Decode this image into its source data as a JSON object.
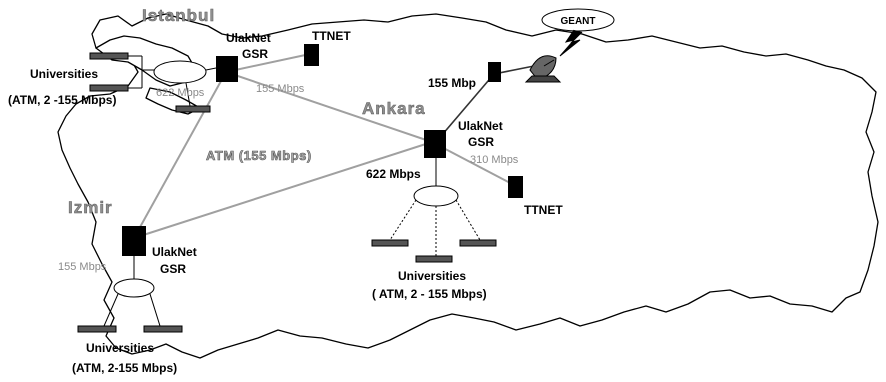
{
  "cities": {
    "istanbul": "Istanbul",
    "ankara": "Ankara",
    "izmir": "Izmir"
  },
  "routers": {
    "istanbul_name": "UlakNet",
    "istanbul_type": "GSR",
    "ankara_name": "UlakNet",
    "ankara_type": "GSR",
    "izmir_name": "UlakNet",
    "izmir_type": "GSR"
  },
  "isp": {
    "istanbul": "TTNET",
    "ankara": "TTNET"
  },
  "geant": "GEANT",
  "backbone_label": "ATM (155 Mbps)",
  "speeds": {
    "istanbul_lan": "622 Mbps",
    "istanbul_ttnet": "155 Mbps",
    "geant_link": "155 Mbp",
    "ankara_ttnet": "310 Mbps",
    "ankara_lan": "622 Mbps",
    "izmir_lan": "155 Mbps"
  },
  "universities": {
    "istanbul_title": "Universities",
    "istanbul_detail": "(ATM, 2 -155 Mbps)",
    "ankara_title": "Universities",
    "ankara_detail": "( ATM, 2 - 155 Mbps)",
    "izmir_title": "Universities",
    "izmir_detail": "(ATM, 2-155 Mbps)"
  }
}
